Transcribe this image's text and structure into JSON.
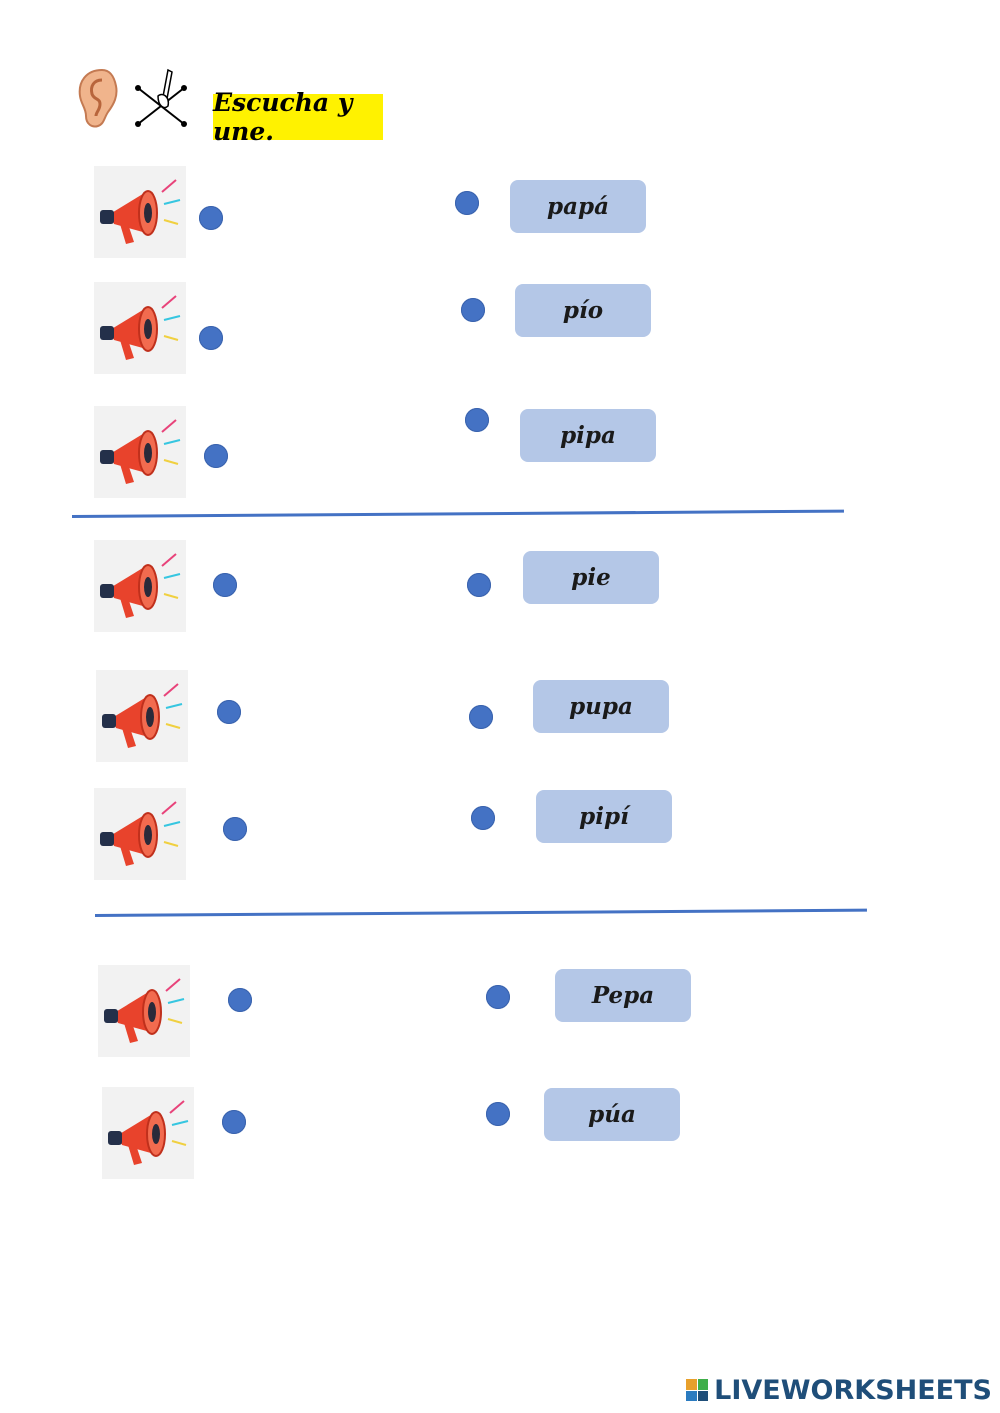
{
  "header": {
    "title": "Escucha y une."
  },
  "icons": {
    "ear": "ear-icon",
    "connect": "connect-dots-pencil-icon",
    "speaker": "megaphone-icon"
  },
  "words": [
    "papá",
    "pío",
    "pipa",
    "pie",
    "pupa",
    "pipí",
    "Pepa",
    "púa"
  ],
  "colors": {
    "dot": "#4472c4",
    "word_box": "#b4c7e7",
    "highlight": "#fff200",
    "divider": "#4472c4"
  },
  "footer": {
    "brand": "LIVEWORKSHEETS"
  }
}
